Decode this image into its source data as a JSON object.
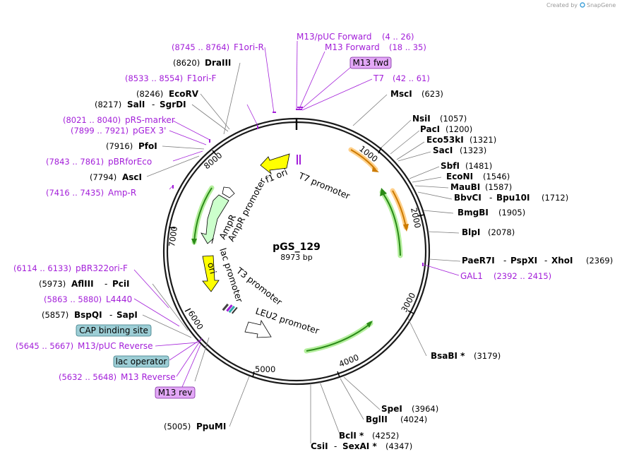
{
  "credit": "Created by",
  "brand": "SnapGene",
  "plasmid": {
    "name": "pGS_129",
    "size": "8973 bp"
  },
  "ticks": [
    "1000",
    "2000",
    "3000",
    "4000",
    "5000",
    "6000",
    "7000",
    "8000"
  ],
  "enzymes_right": [
    {
      "name": "MscI",
      "pos": "(623)"
    },
    {
      "name": "NsiI",
      "pos": "(1057)"
    },
    {
      "name": "PacI",
      "pos": "(1200)"
    },
    {
      "name": "Eco53kI",
      "pos": "(1321)"
    },
    {
      "name": "SacI",
      "pos": "(1323)"
    },
    {
      "name": "SbfI",
      "pos": "(1481)"
    },
    {
      "name": "EcoNI",
      "pos": "(1546)"
    },
    {
      "name": "MauBI",
      "pos": "(1587)"
    },
    {
      "name": "BbvCI",
      "name2": "Bpu10I",
      "pos": "(1712)"
    },
    {
      "name": "BmgBI",
      "pos": "(1905)"
    },
    {
      "name": "BlpI",
      "pos": "(2078)"
    },
    {
      "name": "PaeR7I",
      "name2": "PspXI",
      "name3": "XhoI",
      "pos": "(2369)"
    },
    {
      "name": "BsaBI *",
      "pos": "(3179)"
    },
    {
      "name": "SpeI",
      "pos": "(3964)"
    },
    {
      "name": "BglII",
      "pos": "(4024)"
    },
    {
      "name": "BclI *",
      "pos": "(4252)"
    },
    {
      "name": "CsiI",
      "name2": "SexAI *",
      "pos": "(4347)"
    }
  ],
  "enzymes_left": [
    {
      "name": "DraIII",
      "pos": "(8620)"
    },
    {
      "name": "EcoRV",
      "pos": "(8246)"
    },
    {
      "name": "SalI",
      "name2": "SgrDI",
      "pos": "(8217)"
    },
    {
      "name": "PfoI",
      "pos": "(7916)"
    },
    {
      "name": "AscI",
      "pos": "(7794)"
    },
    {
      "name": "AflIII",
      "name2": "PciI",
      "pos": "(5973)"
    },
    {
      "name": "BspQI",
      "name2": "SapI",
      "pos": "(5857)"
    },
    {
      "name": "PpuMI",
      "pos": "(5005)"
    }
  ],
  "primers": [
    {
      "name": "F1ori-R",
      "range": "(8745 .. 8764)"
    },
    {
      "name": "M13/pUC Forward",
      "range": "(4 .. 26)"
    },
    {
      "name": "M13 Forward",
      "range": "(18 .. 35)"
    },
    {
      "name": "T7",
      "range": "(42 .. 61)"
    },
    {
      "name": "F1ori-F",
      "range": "(8533 .. 8554)"
    },
    {
      "name": "pRS-marker",
      "range": "(8021 .. 8040)"
    },
    {
      "name": "pGEX 3'",
      "range": "(7899 .. 7921)"
    },
    {
      "name": "pBRforEco",
      "range": "(7843 .. 7861)"
    },
    {
      "name": "Amp-R",
      "range": "(7416 .. 7435)"
    },
    {
      "name": "GAL1",
      "range": "(2392 .. 2415)"
    },
    {
      "name": "pBR322ori-F",
      "range": "(6114 .. 6133)"
    },
    {
      "name": "L4440",
      "range": "(5863 .. 5880)"
    },
    {
      "name": "M13/pUC Reverse",
      "range": "(5645 .. 5667)"
    },
    {
      "name": "M13 Reverse",
      "range": "(5632 .. 5648)"
    }
  ],
  "boxed": {
    "m13fwd": "M13 fwd",
    "m13rev": "M13 rev",
    "cap": "CAP binding site",
    "lacop": "lac operator"
  },
  "features": {
    "f1ori": "f1 ori",
    "t7prom": "T7 promoter",
    "ampr": "AmpR",
    "amprprom": "AmpR promoter",
    "lacprom": "lac promoter",
    "ori": "ori",
    "t3prom": "T3 promoter",
    "leu2prom": "LEU2 promoter"
  },
  "colors": {
    "backbone": "#1a1a1a",
    "primer": "#a31fd9",
    "promoter_fill": "#ffffff",
    "ori_fill": "#ffff00",
    "ampr_fill": "#ccffcc",
    "cds_arrow": "#2a8a17",
    "cds_glow": "#b5ef9e",
    "orange_arrow": "#cc7a00",
    "orange_glow": "#ffd08a",
    "boxed_primer": "#e3a8f7",
    "boxed_site": "#9ccdd5"
  }
}
